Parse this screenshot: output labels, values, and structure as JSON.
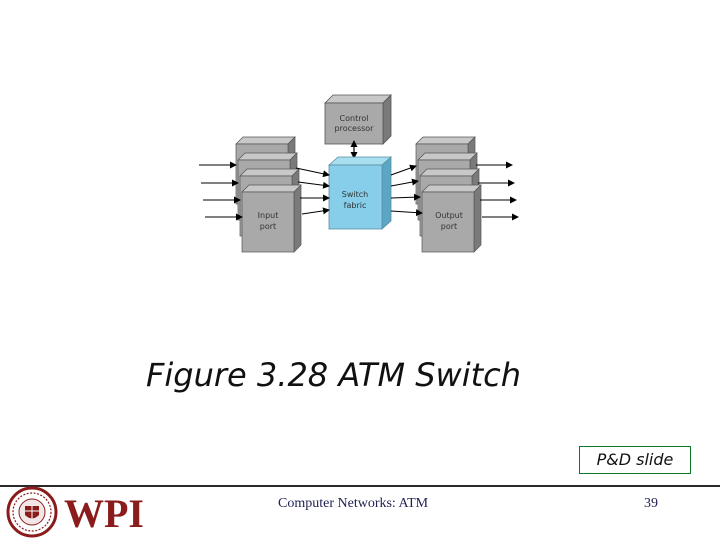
{
  "diagram": {
    "control_processor_line1": "Control",
    "control_processor_line2": "processor",
    "switch_fabric_line1": "Switch",
    "switch_fabric_line2": "fabric",
    "input_port_line1": "Input",
    "input_port_line2": "port",
    "output_port_line1": "Output",
    "output_port_line2": "port",
    "colors": {
      "port_box": "#a9a9a9",
      "port_box_dark": "#6f6f6f",
      "switch_fabric": "#87ceeb",
      "arrow": "#000000"
    }
  },
  "figure_title": "Figure 3.28 ATM Switch",
  "badge": "P&D slide",
  "footer": {
    "logo": "WPI",
    "title": "Computer Networks: ATM",
    "page_number": "39"
  }
}
